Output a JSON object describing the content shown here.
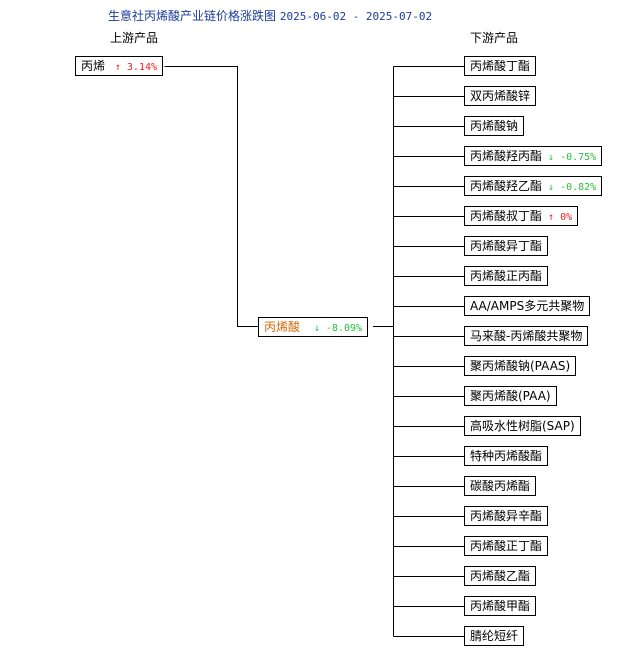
{
  "title": "生意社丙烯酸产业链价格涨跌图",
  "date_range": "2025-06-02 - 2025-07-02",
  "upstream_heading": "上游产品",
  "downstream_heading": "下游产品",
  "upstream": [
    {
      "name": "丙烯",
      "arrow": "↑",
      "change": "3.14%",
      "direction": "up"
    }
  ],
  "center": {
    "name": "丙烯酸",
    "arrow": "↓",
    "change": "-8.09%",
    "direction": "down"
  },
  "downstream": [
    {
      "name": "丙烯酸丁酯",
      "arrow": "",
      "change": "",
      "direction": ""
    },
    {
      "name": "双丙烯酸锌",
      "arrow": "",
      "change": "",
      "direction": ""
    },
    {
      "name": "丙烯酸钠",
      "arrow": "",
      "change": "",
      "direction": ""
    },
    {
      "name": "丙烯酸羟丙酯",
      "arrow": "↓",
      "change": "-0.75%",
      "direction": "down"
    },
    {
      "name": "丙烯酸羟乙酯",
      "arrow": "↓",
      "change": "-0.82%",
      "direction": "down"
    },
    {
      "name": "丙烯酸叔丁酯",
      "arrow": "↑",
      "change": "0%",
      "direction": "up"
    },
    {
      "name": "丙烯酸异丁酯",
      "arrow": "",
      "change": "",
      "direction": ""
    },
    {
      "name": "丙烯酸正丙酯",
      "arrow": "",
      "change": "",
      "direction": ""
    },
    {
      "name": "AA/AMPS多元共聚物",
      "arrow": "",
      "change": "",
      "direction": ""
    },
    {
      "name": "马来酸-丙烯酸共聚物",
      "arrow": "",
      "change": "",
      "direction": ""
    },
    {
      "name": "聚丙烯酸钠(PAAS)",
      "arrow": "",
      "change": "",
      "direction": ""
    },
    {
      "name": "聚丙烯酸(PAA)",
      "arrow": "",
      "change": "",
      "direction": ""
    },
    {
      "name": "高吸水性树脂(SAP)",
      "arrow": "",
      "change": "",
      "direction": ""
    },
    {
      "name": "特种丙烯酸酯",
      "arrow": "",
      "change": "",
      "direction": ""
    },
    {
      "name": "碳酸丙烯酯",
      "arrow": "",
      "change": "",
      "direction": ""
    },
    {
      "name": "丙烯酸异辛酯",
      "arrow": "",
      "change": "",
      "direction": ""
    },
    {
      "name": "丙烯酸正丁酯",
      "arrow": "",
      "change": "",
      "direction": ""
    },
    {
      "name": "丙烯酸乙酯",
      "arrow": "",
      "change": "",
      "direction": ""
    },
    {
      "name": "丙烯酸甲酯",
      "arrow": "",
      "change": "",
      "direction": ""
    },
    {
      "name": "腈纶短纤",
      "arrow": "",
      "change": "",
      "direction": ""
    }
  ],
  "colors": {
    "up": "#e8201e",
    "down": "#27c236",
    "center": "#d46b08",
    "title": "#1a3a9c"
  }
}
